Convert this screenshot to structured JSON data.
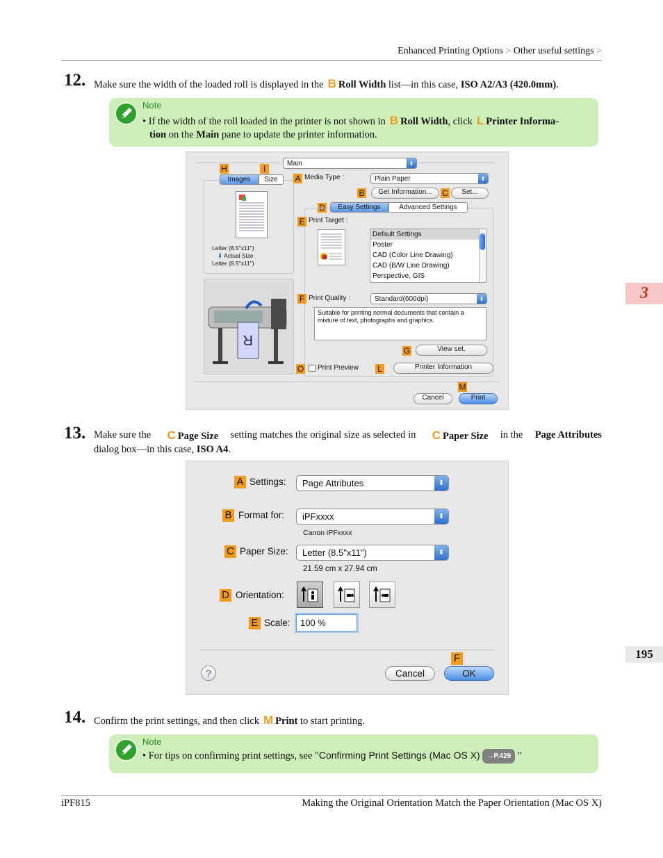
{
  "header": {
    "section": "Enhanced Printing Options",
    "subsection": "Other useful settings",
    "sep": ">"
  },
  "chapter_tab": "3",
  "page_number": "195",
  "steps": [
    {
      "num": "12.",
      "pre": "Make sure the width of the loaded roll is displayed in the",
      "badge": "B",
      "bold": "Roll Width",
      "mid": "list—in this case,",
      "bold2": "ISO A2/A3 (420.0mm)",
      "end": "."
    },
    {
      "num": "13.",
      "pre": "Make sure the",
      "badge": "C",
      "bold": "Page Size",
      "mid": "setting matches the original size as selected in",
      "badge2": "C",
      "bold2": "Paper Size",
      "mid2": "in the",
      "bold3": "Page Attributes",
      "line2": "dialog box—in this case,",
      "bold4": "ISO A4",
      "end": "."
    },
    {
      "num": "14.",
      "pre": "Confirm the print settings, and then click",
      "badge": "M",
      "bold": "Print",
      "end": "to start printing."
    }
  ],
  "note1": {
    "label": "Note",
    "bullet": "•",
    "pre": "If the width of the roll loaded in the printer is not shown in",
    "badge": "B",
    "bold": "Roll Width",
    "mid": ", click",
    "badge2": "L",
    "bold2a": "Printer Informa-",
    "bold2b": "tion",
    "mid2": "on the",
    "bold3": "Main",
    "end": "pane to update the printer information."
  },
  "note2": {
    "label": "Note",
    "bullet": "•",
    "pre": "For tips on confirming print settings, see \"",
    "link": "Confirming Print Settings (Mac OS X)",
    "ref": "→P.429",
    "end": "\""
  },
  "dialog1": {
    "main_popup": "Main",
    "tabs": [
      "Images",
      "Size"
    ],
    "media_type_label": "Media Type :",
    "media_type_value": "Plain Paper",
    "get_info_btn": "Get Information...",
    "set_btn": "Set...",
    "mode_tabs": [
      "Easy Settings",
      "Advanced Settings"
    ],
    "print_target_label": "Print Target :",
    "print_targets": [
      "Default Settings",
      "Poster",
      "CAD (Color Line Drawing)",
      "CAD (B/W Line Drawing)",
      "Perspective, GIS"
    ],
    "size_info": [
      "Letter (8.5\"x11\")",
      "Actual Size",
      "Letter (8.5\"x11\")"
    ],
    "print_quality_label": "Print Quality :",
    "print_quality_value": "Standard(600dpi)",
    "description": "Suitable for printing normal documents that contain a mixture of text, photographs and graphics.",
    "view_set_btn": "View set.",
    "print_preview_label": "Print Preview",
    "printer_info_btn": "Printer Information",
    "cancel_btn": "Cancel",
    "print_btn": "Print",
    "callouts": {
      "H": "H",
      "I": "I",
      "A": "A",
      "B": "B",
      "C": "C",
      "D": "D",
      "E": "E",
      "F": "F",
      "G": "G",
      "O": "O",
      "L": "L",
      "M": "M"
    }
  },
  "dialog2": {
    "settings_label": "Settings:",
    "settings_value": "Page Attributes",
    "format_label": "Format for:",
    "format_value": "iPFxxxx",
    "format_sub": "Canon iPFxxxx",
    "paper_label": "Paper Size:",
    "paper_value": "Letter (8.5\"x11\")",
    "paper_sub": "21.59 cm x 27.94 cm",
    "orientation_label": "Orientation:",
    "scale_label": "Scale:",
    "scale_value": "100 %",
    "help": "?",
    "cancel_btn": "Cancel",
    "ok_btn": "OK",
    "callouts": {
      "A": "A",
      "B": "B",
      "C": "C",
      "D": "D",
      "E": "E",
      "F": "F"
    }
  },
  "footer": {
    "left": "iPF815",
    "right": "Making the Original Orientation Match the Paper Orientation (Mac OS X)"
  }
}
